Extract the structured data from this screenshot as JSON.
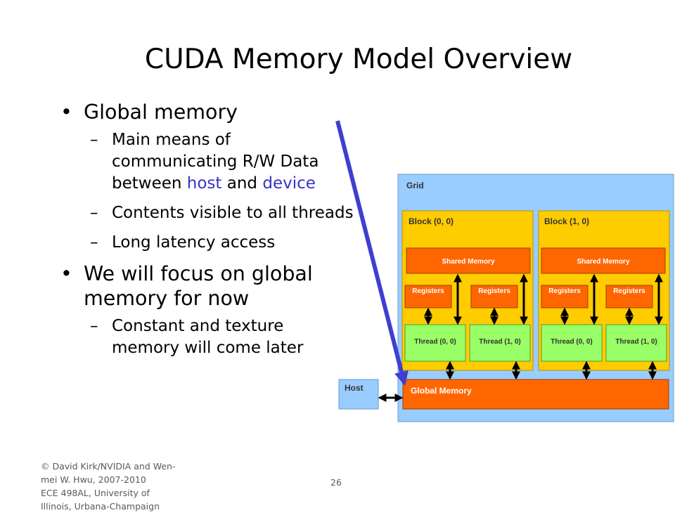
{
  "slide": {
    "title": "CUDA Memory Model Overview",
    "page_number": "26",
    "footer": [
      "© David Kirk/NVIDIA and Wen-",
      "mei W. Hwu, 2007-2010",
      "ECE 498AL, University of",
      "Illinois, Urbana-Champaign"
    ]
  },
  "bullets": {
    "b1": "Global memory",
    "s1": "Main means of communicating R/W Data between",
    "s1_host": "host",
    "s1_and": "and",
    "s1_device": "device",
    "s2": "Contents visible to all threads",
    "s3": "Long latency access",
    "b2": "We will focus on global memory for now",
    "s4": "Constant and texture memory will come later"
  },
  "diagram": {
    "grid_label": "Grid",
    "host_label": "Host",
    "global_memory_label": "Global Memory",
    "blocks": [
      {
        "label": "Block (0, 0)",
        "shared": "Shared Memory",
        "registers": [
          "Registers",
          "Registers"
        ],
        "threads": [
          "Thread (0, 0)",
          "Thread (1, 0)"
        ]
      },
      {
        "label": "Block (1, 0)",
        "shared": "Shared Memory",
        "registers": [
          "Registers",
          "Registers"
        ],
        "threads": [
          "Thread (0, 0)",
          "Thread (1, 0)"
        ]
      }
    ],
    "colors": {
      "grid": "#99ccff",
      "block": "#ffcc00",
      "shared_memory": "#ff6600",
      "registers": "#ff6600",
      "thread": "#99ff66",
      "host": "#99ccff",
      "global_memory": "#ff6600",
      "callout_arrow": "#3f3fcf"
    }
  }
}
